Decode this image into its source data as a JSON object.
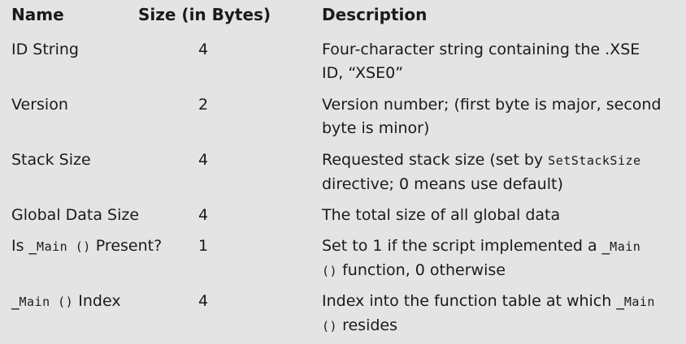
{
  "headers": {
    "name": "Name",
    "size": "Size (in Bytes)",
    "description": "Description"
  },
  "rows": [
    {
      "name": "ID String",
      "size": "4",
      "desc_line1": "Four-character string containing the .XSE",
      "desc_line2": "ID, “XSE0”"
    },
    {
      "name": "Version",
      "size": "2",
      "desc_line1": "Version number; (first byte is major, second",
      "desc_line2": "byte is minor)"
    },
    {
      "name": "Stack Size",
      "size": "4",
      "desc_line1_pre": "Requested stack size (set by ",
      "desc_line1_code": "SetStackSize",
      "desc_line2": "directive; 0 means use default)"
    },
    {
      "name": "Global Data Size",
      "size": "4",
      "desc_line1": "The total size of all global data"
    },
    {
      "name_pre": "Is _",
      "name_code": "Main ()",
      "name_post": " Present?",
      "size": "1",
      "desc_line1_pre": "Set to 1 if the script implemented a _",
      "desc_line1_code": "Main",
      "desc_line2_code": "()",
      "desc_line2_post": " function, 0 otherwise"
    },
    {
      "name_pre": "_",
      "name_code": "Main ()",
      "name_post": " Index",
      "size": "4",
      "desc_line1_pre": "Index into the function table at which _",
      "desc_line1_code": "Main",
      "desc_line2_code": "()",
      "desc_line2_post": " resides"
    }
  ]
}
